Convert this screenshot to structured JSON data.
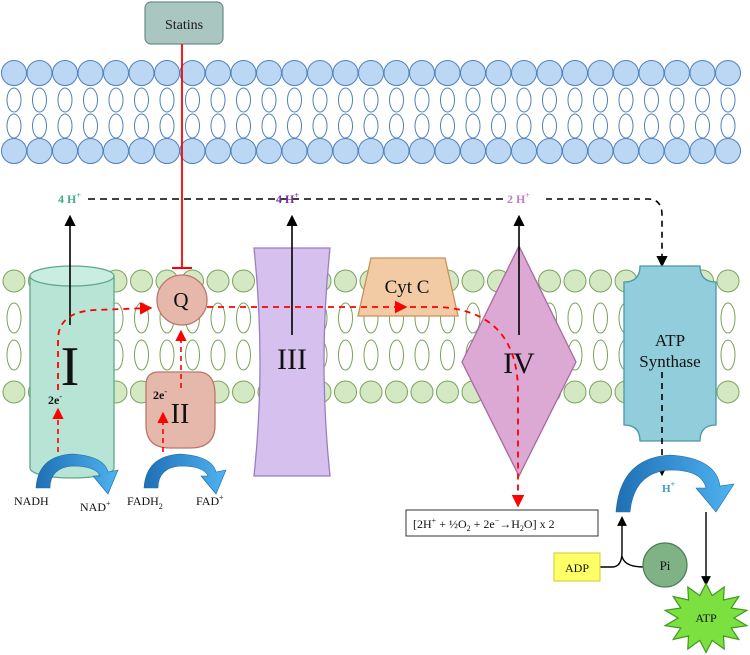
{
  "statins": {
    "label": "Statins"
  },
  "protons": {
    "complex1": {
      "count": "4 H",
      "sup": "+"
    },
    "complex3": {
      "count": "4 H",
      "sup": "+"
    },
    "complex4": {
      "count": "2 H",
      "sup": "+"
    },
    "synthase": {
      "base": "H",
      "sup": "+"
    }
  },
  "complexes": {
    "c1": {
      "label": "I",
      "electrons": "2e",
      "electron_sup": "-"
    },
    "q": {
      "label": "Q"
    },
    "c2": {
      "label": "II",
      "electrons": "2e",
      "electron_sup": "-"
    },
    "c3": {
      "label": "III"
    },
    "cytc": {
      "label": "Cyt C"
    },
    "c4": {
      "label": "IV"
    },
    "synthase": {
      "line1": "ATP",
      "line2": "Synthase"
    }
  },
  "substrates": {
    "nadh": "NADH",
    "nad": {
      "base": "NAD",
      "sup": "+"
    },
    "fadh2": {
      "base": "FADH",
      "sub": "2"
    },
    "fad": {
      "base": "FAD",
      "sup": "+"
    }
  },
  "reaction": {
    "open": "[2H",
    "sup1": "+",
    "mid1": " + ½O",
    "sub1": "2",
    "mid2": " + 2e",
    "sup2": "−",
    "arrow": "→",
    "prod": "H",
    "sub2": "2",
    "close": "O] x 2"
  },
  "products": {
    "adp": "ADP",
    "pi": "Pi",
    "atp": "ATP"
  },
  "colors": {
    "upper_membrane": "#bcd7f4",
    "upper_membrane_stroke": "#4f81bd",
    "lower_membrane": "#d5e8c4",
    "lower_membrane_stroke": "#7aa35a",
    "complex1": "#b7e4d4",
    "complex2": "#e6b8ab",
    "complex3": "#d6c1ee",
    "cytc": "#f2cba5",
    "complex4": "#dba9d4",
    "synthase": "#92cddc",
    "statins": "#a9c6c0",
    "proton_i": "#3fae8a",
    "proton_iii": "#7a2f9e",
    "proton_iv": "#c27fc0",
    "electron_path": "#ff0000",
    "blue_arrow": "#2e8fd8",
    "adp_box": "#ffff66",
    "pi_circle": "#7fb386",
    "atp_star": "#7be040"
  }
}
